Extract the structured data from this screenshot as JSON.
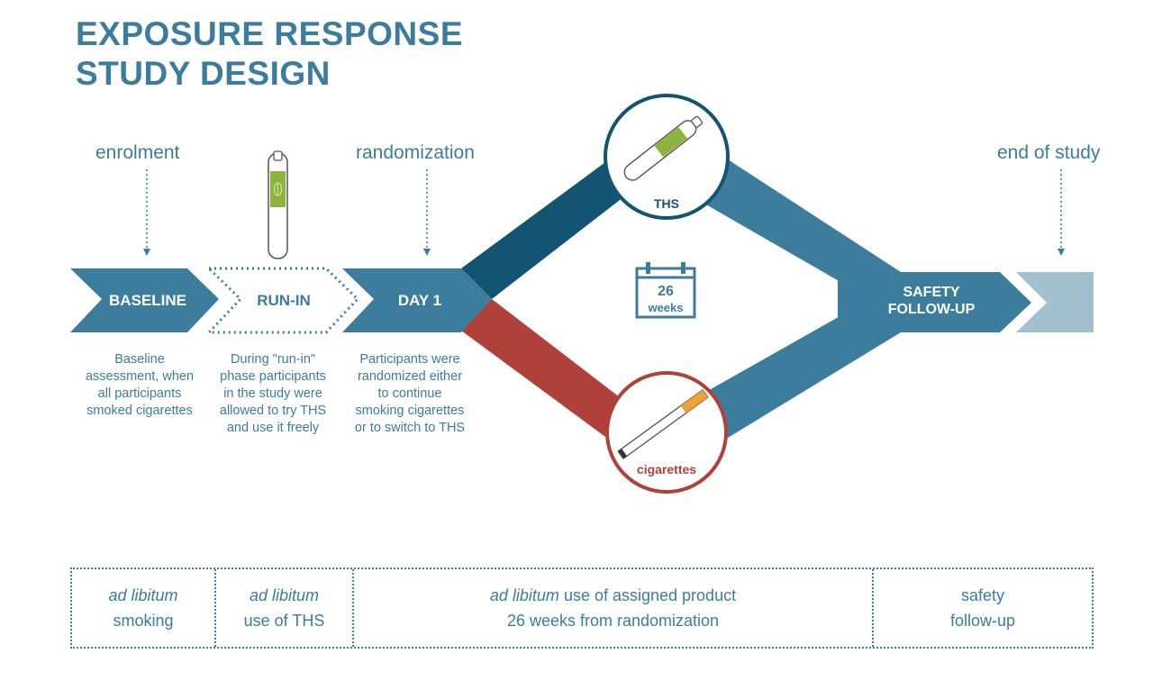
{
  "title": {
    "line1": "EXPOSURE RESPONSE",
    "line2": "STUDY DESIGN"
  },
  "milestones": {
    "enrolment": "enrolment",
    "randomization": "randomization",
    "end_of_study": "end of study"
  },
  "phases": {
    "baseline": "BASELINE",
    "run_in": "RUN-IN",
    "day1": "DAY 1",
    "safety_line1": "SAFETY",
    "safety_line2": "FOLLOW-UP"
  },
  "arms": {
    "ths": "THS",
    "cigarettes": "cigarettes"
  },
  "duration": {
    "number": "26",
    "unit": "weeks"
  },
  "descriptions": {
    "baseline": [
      "Baseline",
      "assessment, when",
      "all participants",
      "smoked cigarettes"
    ],
    "run_in": [
      "During \"run-in\"",
      "phase participants",
      "in the study were",
      "allowed to try THS",
      "and use it freely"
    ],
    "day1": [
      "Participants were",
      "randomized either",
      "to continue",
      "smoking cigarettes",
      "or to switch to THS"
    ]
  },
  "bottom_boxes": [
    {
      "italic": "ad libitum",
      "text": "smoking"
    },
    {
      "italic": "ad libitum",
      "text": "use of THS"
    },
    {
      "italic": "ad libitum",
      "text": "use of assigned product",
      "line2": "26 weeks from randomization"
    },
    {
      "text": "safety",
      "line2": "follow-up"
    }
  ],
  "colors": {
    "primary": "#3c7d9e",
    "dark": "#135473",
    "red": "#b0413a",
    "light": "#a3c0cf",
    "green": "#8db43e",
    "orange": "#f0a039"
  }
}
